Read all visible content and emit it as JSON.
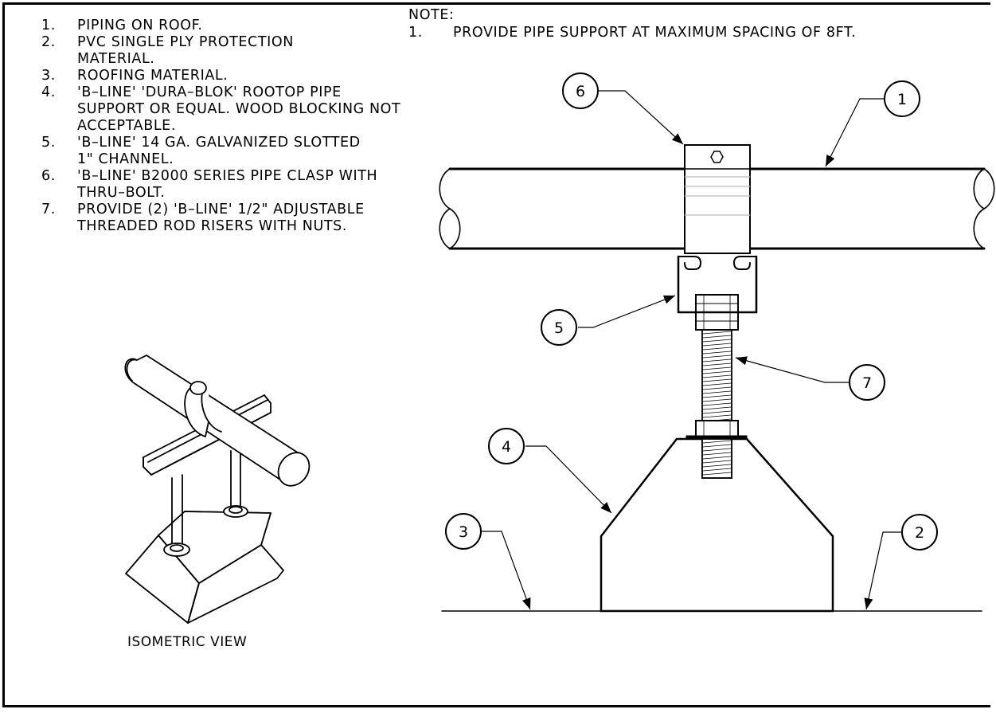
{
  "notes": [
    {
      "num": "1.",
      "text": "PIPING ON ROOF."
    },
    {
      "num": "2.",
      "text": "PVC SINGLE PLY PROTECTION MATERIAL."
    },
    {
      "num": "3.",
      "text": "ROOFING MATERIAL."
    },
    {
      "num": "4.",
      "text": "'B–LINE' 'DURA–BLOK' ROOTOP PIPE SUPPORT OR EQUAL. WOOD BLOCKING NOT ACCEPTABLE."
    },
    {
      "num": "5.",
      "text": "'B–LINE' 14 GA. GALVANIZED SLOTTED 1\" CHANNEL."
    },
    {
      "num": "6.",
      "text": "'B–LINE' B2000 SERIES PIPE CLASP WITH THRU–BOLT."
    },
    {
      "num": "7.",
      "text": "PROVIDE (2) 'B–LINE' 1/2\" ADJUSTABLE THREADED ROD RISERS WITH NUTS."
    }
  ],
  "general_note": {
    "heading": "NOTE:",
    "num": "1.",
    "text": "PROVIDE PIPE SUPPORT AT MAXIMUM SPACING OF 8FT."
  },
  "callouts": {
    "c1": "1",
    "c2": "2",
    "c3": "3",
    "c4": "4",
    "c5": "5",
    "c6": "6",
    "c7": "7"
  },
  "isometric_label": "ISOMETRIC VIEW"
}
